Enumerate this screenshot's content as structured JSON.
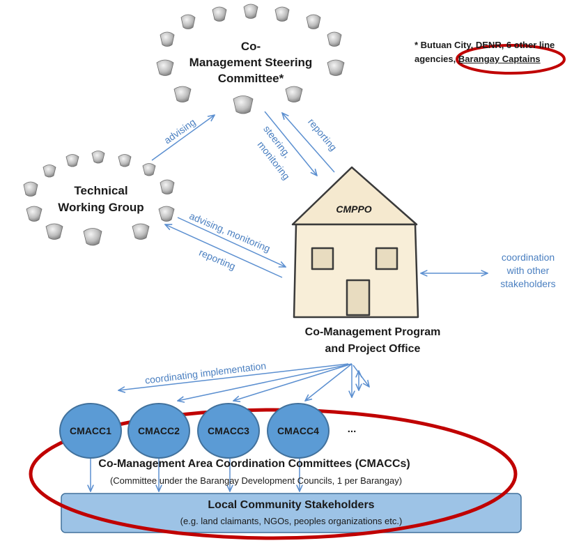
{
  "steering": {
    "title_line1": "Co-",
    "title_line2": "Management Steering",
    "title_line3": "Committee*"
  },
  "note": {
    "line1": "* Butuan City, DENR, 6 other line",
    "line2_prefix": "agencies,",
    "line2_highlight": "Barangay Captains"
  },
  "twg": {
    "title_line1": "Technical",
    "title_line2": "Working Group"
  },
  "office": {
    "roof_label": "CMPPO",
    "title_line1": "Co-Management Program",
    "title_line2": "and Project Office"
  },
  "flows": {
    "advising": "advising",
    "steering_monitoring_1": "steering,",
    "steering_monitoring_2": "monitoring",
    "reporting_top": "reporting",
    "advising_monitoring": "advising, monitoring",
    "reporting_mid": "reporting",
    "coordination_1": "coordination",
    "coordination_2": "with other",
    "coordination_3": "stakeholders",
    "coordinating_implementation": "coordinating implementation"
  },
  "cmaccs": {
    "nodes": [
      "CMACC1",
      "CMACC2",
      "CMACC3",
      "CMACC4"
    ],
    "ellipsis": "...",
    "title": "Co-Management Area Coordination Committees (CMACCs)",
    "subtitle": "(Committee under the Barangay Development Councils, 1 per Barangay)"
  },
  "local": {
    "title": "Local Community Stakeholders",
    "subtitle": "(e.g. land claimants, NGOs, peoples organizations etc.)"
  },
  "colors": {
    "arrow": "#5b8fd0",
    "node_fill": "#5b9bd5",
    "highlight": "#c00000",
    "office_fill": "#f8eed8"
  }
}
